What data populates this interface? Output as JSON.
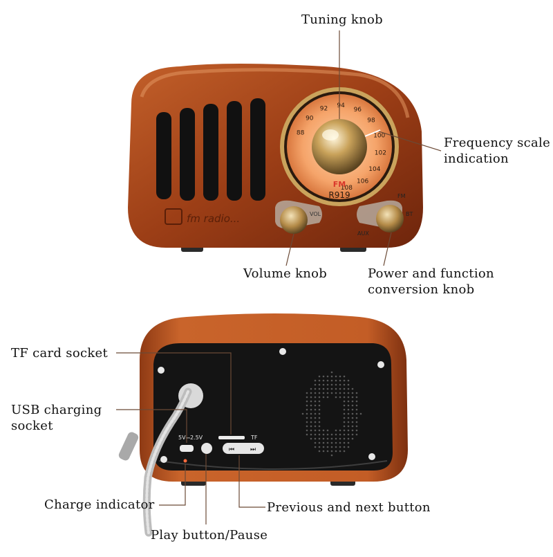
{
  "labels": {
    "tuning_knob": "Tuning knob",
    "frequency_scale_line1": "Frequency scale",
    "frequency_scale_line2": "indication",
    "volume_knob": "Volume knob",
    "power_function_line1": "Power and function",
    "power_function_line2": "conversion knob",
    "tf_card_socket": "TF card socket",
    "usb_charging_line1": "USB charging",
    "usb_charging_line2": "socket",
    "charge_indicator": "Charge indicator",
    "previous_next_button": "Previous and next button",
    "play_pause_button": "Play button/Pause"
  },
  "radio_front": {
    "brand_text": "fm radio...",
    "band_label": "FM",
    "model_label": "R919",
    "scale_numbers": [
      "88",
      "90",
      "92",
      "94",
      "96",
      "98",
      "100",
      "102",
      "104",
      "106",
      "108"
    ],
    "vol_label": "VOL",
    "fm_label": "FM",
    "bt_label": "BT",
    "aux_label": "AUX"
  },
  "radio_back": {
    "dc_label": "5V⎓2.5V",
    "tf_label": "TF"
  },
  "colors": {
    "wood_dark": "#7a2e10",
    "wood_mid": "#b4501f",
    "wood_light": "#d97a3e",
    "dial_glow": "#f3a76c",
    "gold": "#c9a25a",
    "panel_black": "#141414",
    "line": "#6b4a36"
  }
}
